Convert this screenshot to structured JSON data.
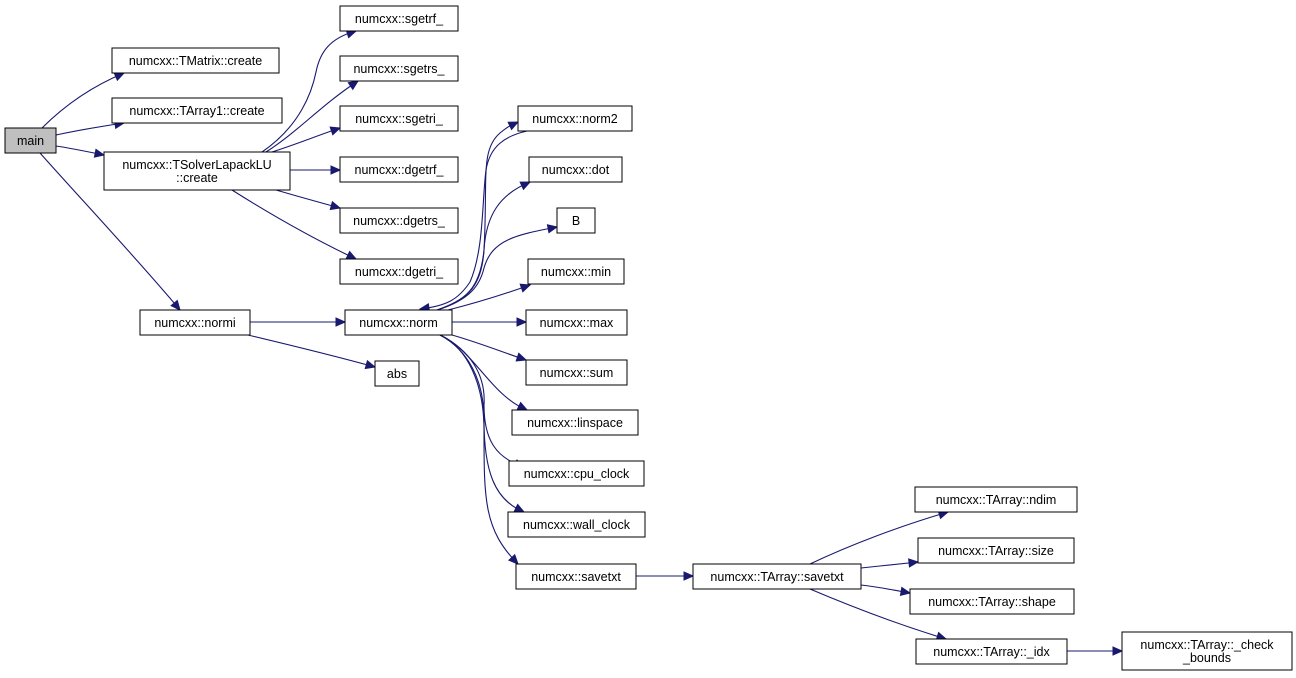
{
  "diagram": {
    "nodes": {
      "main": {
        "lines": [
          "main"
        ],
        "root": true
      },
      "tmatrix_create": {
        "lines": [
          "numcxx::TMatrix::create"
        ]
      },
      "tarray1_create": {
        "lines": [
          "numcxx::TArray1::create"
        ]
      },
      "tsolver_create": {
        "lines": [
          "numcxx::TSolverLapackLU",
          "::create"
        ]
      },
      "normi": {
        "lines": [
          "numcxx::normi"
        ]
      },
      "sgetrf": {
        "lines": [
          "numcxx::sgetrf_"
        ]
      },
      "sgetrs": {
        "lines": [
          "numcxx::sgetrs_"
        ]
      },
      "sgetri": {
        "lines": [
          "numcxx::sgetri_"
        ]
      },
      "dgetrf": {
        "lines": [
          "numcxx::dgetrf_"
        ]
      },
      "dgetrs": {
        "lines": [
          "numcxx::dgetrs_"
        ]
      },
      "dgetri": {
        "lines": [
          "numcxx::dgetri_"
        ]
      },
      "norm": {
        "lines": [
          "numcxx::norm"
        ]
      },
      "abs": {
        "lines": [
          "abs"
        ]
      },
      "norm2": {
        "lines": [
          "numcxx::norm2"
        ]
      },
      "dot": {
        "lines": [
          "numcxx::dot"
        ]
      },
      "B": {
        "lines": [
          "B"
        ]
      },
      "min": {
        "lines": [
          "numcxx::min"
        ]
      },
      "max": {
        "lines": [
          "numcxx::max"
        ]
      },
      "sum": {
        "lines": [
          "numcxx::sum"
        ]
      },
      "linspace": {
        "lines": [
          "numcxx::linspace"
        ]
      },
      "cpu_clock": {
        "lines": [
          "numcxx::cpu_clock"
        ]
      },
      "wall_clock": {
        "lines": [
          "numcxx::wall_clock"
        ]
      },
      "savetxt": {
        "lines": [
          "numcxx::savetxt"
        ]
      },
      "tarray_savetxt": {
        "lines": [
          "numcxx::TArray::savetxt"
        ]
      },
      "ndim": {
        "lines": [
          "numcxx::TArray::ndim"
        ]
      },
      "size": {
        "lines": [
          "numcxx::TArray::size"
        ]
      },
      "shape": {
        "lines": [
          "numcxx::TArray::shape"
        ]
      },
      "idx": {
        "lines": [
          "numcxx::TArray::_idx"
        ]
      },
      "check_bounds": {
        "lines": [
          "numcxx::TArray::_check",
          "_bounds"
        ]
      }
    },
    "edges": [
      [
        "main",
        "tmatrix_create"
      ],
      [
        "main",
        "tarray1_create"
      ],
      [
        "main",
        "tsolver_create"
      ],
      [
        "main",
        "normi"
      ],
      [
        "tsolver_create",
        "sgetrf"
      ],
      [
        "tsolver_create",
        "sgetrs"
      ],
      [
        "tsolver_create",
        "sgetri"
      ],
      [
        "tsolver_create",
        "dgetrf"
      ],
      [
        "tsolver_create",
        "dgetrs"
      ],
      [
        "tsolver_create",
        "dgetri"
      ],
      [
        "normi",
        "norm"
      ],
      [
        "normi",
        "abs"
      ],
      [
        "norm",
        "norm2"
      ],
      [
        "norm",
        "dot"
      ],
      [
        "norm",
        "B"
      ],
      [
        "norm",
        "min"
      ],
      [
        "norm",
        "max"
      ],
      [
        "norm",
        "sum"
      ],
      [
        "norm",
        "linspace"
      ],
      [
        "norm",
        "cpu_clock"
      ],
      [
        "norm",
        "wall_clock"
      ],
      [
        "norm",
        "savetxt"
      ],
      [
        "norm2",
        "norm"
      ],
      [
        "savetxt",
        "tarray_savetxt"
      ],
      [
        "tarray_savetxt",
        "ndim"
      ],
      [
        "tarray_savetxt",
        "size"
      ],
      [
        "tarray_savetxt",
        "shape"
      ],
      [
        "tarray_savetxt",
        "idx"
      ],
      [
        "idx",
        "check_bounds"
      ]
    ],
    "colors": {
      "edge": "#191970",
      "root_fill": "#bfbfbf",
      "node_fill": "#ffffff",
      "node_stroke": "#000000"
    }
  }
}
